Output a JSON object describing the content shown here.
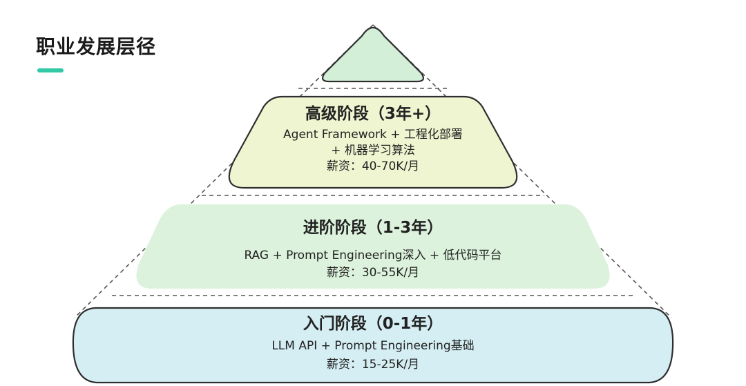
{
  "page": {
    "title": "职业发展层径"
  },
  "colors": {
    "accent": "#33c8a6",
    "top_fill": "#d4efd7",
    "senior_fill": "#eef5d0",
    "mid_fill": "#dcf2dc",
    "base_fill": "#d4eef4",
    "outline": "#2e2e2e",
    "dash": "#555555"
  },
  "tiers": [
    {
      "id": "senior",
      "title": "高级阶段（3年+）",
      "lines": [
        "Agent Framework + 工程化部署",
        "+ 机器学习算法"
      ],
      "salary": "薪资：40-70K/月"
    },
    {
      "id": "mid",
      "title": "进阶阶段（1-3年）",
      "lines": [
        "RAG + Prompt Engineering深入 + 低代码平台"
      ],
      "salary": "薪资：30-55K/月"
    },
    {
      "id": "entry",
      "title": "入门阶段（0-1年）",
      "lines": [
        "LLM API + Prompt Engineering基础"
      ],
      "salary": "薪资：15-25K/月"
    }
  ]
}
